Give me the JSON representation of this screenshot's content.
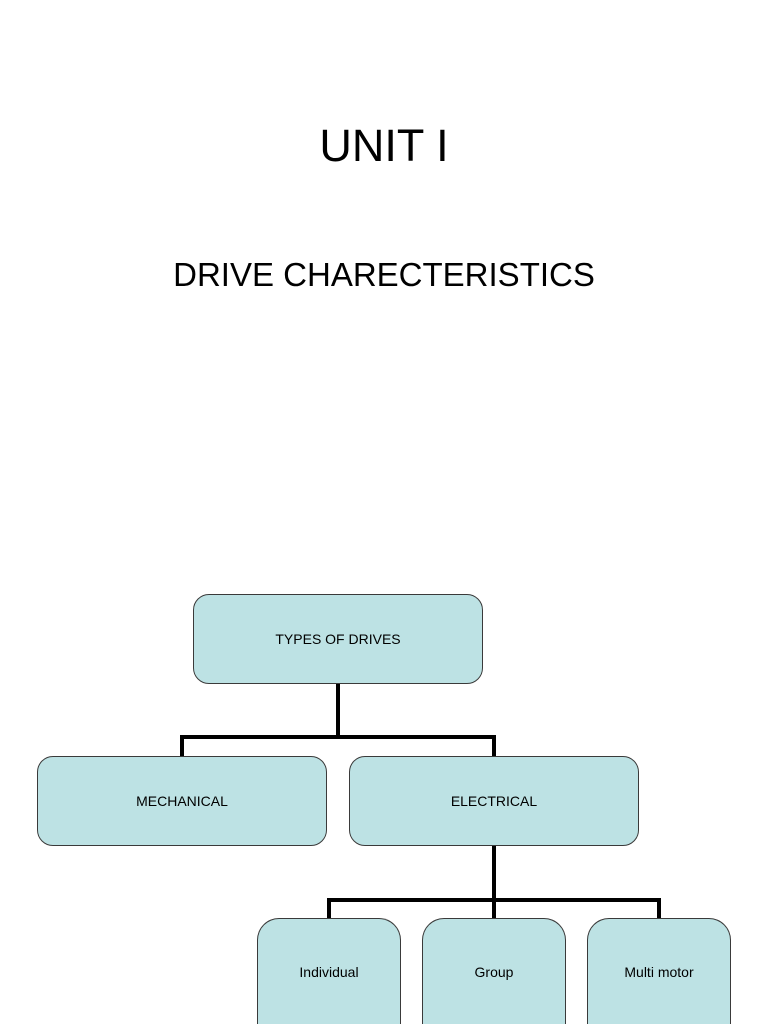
{
  "slide1": {
    "unit_title": "UNIT I",
    "subtitle": "DRIVE CHARECTERISTICS"
  },
  "diagram": {
    "root": "TYPES OF DRIVES",
    "level1": [
      "MECHANICAL",
      "ELECTRICAL"
    ],
    "level2": [
      "Individual",
      "Group",
      "Multi motor"
    ],
    "node_fill": "#bde2e4",
    "connector_color": "#000000"
  }
}
